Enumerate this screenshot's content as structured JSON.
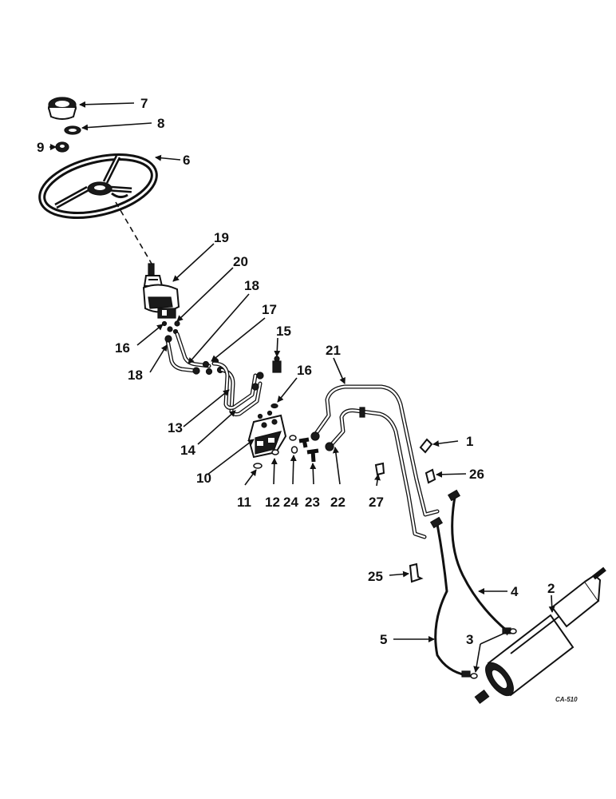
{
  "diagram": {
    "drawing_code": "CA-510",
    "callouts": [
      {
        "id": "c7",
        "text": "7"
      },
      {
        "id": "c8",
        "text": "8"
      },
      {
        "id": "c9",
        "text": "9"
      },
      {
        "id": "c6",
        "text": "6"
      },
      {
        "id": "c19",
        "text": "19"
      },
      {
        "id": "c20",
        "text": "20"
      },
      {
        "id": "c18a",
        "text": "18"
      },
      {
        "id": "c17",
        "text": "17"
      },
      {
        "id": "c15",
        "text": "15"
      },
      {
        "id": "c16a",
        "text": "16"
      },
      {
        "id": "c16b",
        "text": "16"
      },
      {
        "id": "c18b",
        "text": "18"
      },
      {
        "id": "c21",
        "text": "21"
      },
      {
        "id": "c13",
        "text": "13"
      },
      {
        "id": "c14",
        "text": "14"
      },
      {
        "id": "c10",
        "text": "10"
      },
      {
        "id": "c11",
        "text": "11"
      },
      {
        "id": "c12",
        "text": "12"
      },
      {
        "id": "c24",
        "text": "24"
      },
      {
        "id": "c23",
        "text": "23"
      },
      {
        "id": "c22",
        "text": "22"
      },
      {
        "id": "c27",
        "text": "27"
      },
      {
        "id": "c1",
        "text": "1"
      },
      {
        "id": "c26",
        "text": "26"
      },
      {
        "id": "c25",
        "text": "25"
      },
      {
        "id": "c4",
        "text": "4"
      },
      {
        "id": "c2",
        "text": "2"
      },
      {
        "id": "c3",
        "text": "3"
      },
      {
        "id": "c5",
        "text": "5"
      }
    ]
  }
}
